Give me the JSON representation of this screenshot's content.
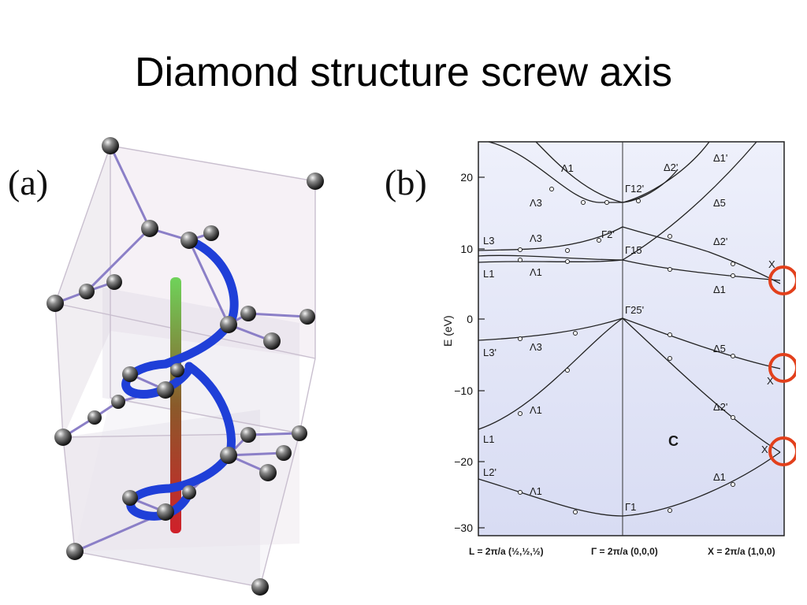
{
  "slide": {
    "title": "Diamond structure screw axis"
  },
  "panel_a": {
    "label": "(a)"
  },
  "panel_b": {
    "label": "(b)",
    "y_axis_label": "E (eV)",
    "y_ticks": [
      "20",
      "10",
      "0",
      "−10",
      "−20",
      "−30"
    ],
    "crystal_label": "C",
    "x_labels": {
      "L": "L = 2π/a (½,½,½)",
      "Gamma": "Γ = 2π/a (0,0,0)",
      "X": "X = 2π/a (1,0,0)"
    },
    "band_labels": {
      "L3": "L3",
      "L1_upper": "L1",
      "L3p": "L3'",
      "L1_lower": "L1",
      "L2p": "L2'",
      "Lambda1_top": "Λ1",
      "Lambda3_top": "Λ3",
      "Lambda3_mid": "Λ3",
      "Lambda1_mid": "Λ1",
      "Lambda3_val": "Λ3",
      "Lambda1_val": "Λ1",
      "Lambda1_bot": "Λ1",
      "Gamma12p": "Γ12'",
      "Gamma2p": "Γ2'",
      "Gamma15": "Γ15",
      "Gamma25p": "Γ25'",
      "Gamma1": "Γ1",
      "Delta2p_top": "Δ2'",
      "Delta1p": "Δ1'",
      "Delta5_top": "Δ5",
      "Delta2p_mid": "Δ2'",
      "Delta1_mid": "Δ1",
      "Delta5_val": "Δ5",
      "Delta2p_val": "Δ2'",
      "Delta1_bot": "Δ1",
      "X_top": "X",
      "X_mid": "X",
      "X_bot": "X"
    },
    "highlight_color": "#e2401c"
  }
}
